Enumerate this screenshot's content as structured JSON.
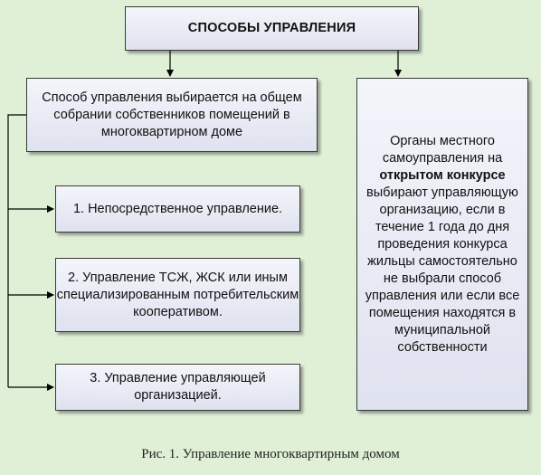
{
  "title": "СПОСОБЫ УПРАВЛЕНИЯ",
  "left_box": {
    "text": "Способ управления выбирается на общем собрании собственников помещений в многоквартирном доме"
  },
  "right_box": {
    "text_before": "Органы местного самоуправления на ",
    "bold_text": "открытом конкурсе",
    "text_after": " выбирают управляющую организацию, если в течение 1 года до дня проведения конкурса жильцы самостоятельно не выбрали способ управления или если все помещения находятся в муниципальной собственности"
  },
  "options": [
    {
      "label": "1. Непосредственное управление."
    },
    {
      "label": "2. Управление ТСЖ, ЖСК или иным специализированным потребительским кооперативом."
    },
    {
      "label": "3. Управление управляющей организацией."
    }
  ],
  "caption": "Рис. 1. Управление многоквартирным домом"
}
